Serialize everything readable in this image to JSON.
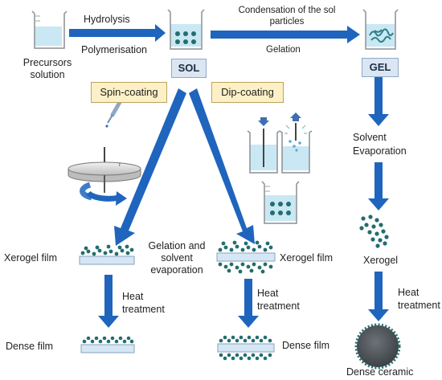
{
  "colors": {
    "arrow": "#1f65bd",
    "particle": "#236d6e",
    "liquid": "#c9e8f3",
    "substrate": "#d5e6f5",
    "ceramic": "#555a60"
  },
  "labels": {
    "precursors": "Precursors\nsolution",
    "hydrolysis": "Hydrolysis",
    "polymerisation": "Polymerisation",
    "condensation": "Condensation of the sol\nparticles",
    "gelation": "Gelation",
    "sol": "SOL",
    "gel": "GEL",
    "spin_coating": "Spin-coating",
    "dip_coating": "Dip-coating",
    "solvent_evaporation": "Solvent\nEvaporation",
    "xerogel_film_left": "Xerogel film",
    "gelation_solvent_evaporation": "Gelation and\nsolvent\nevaporation",
    "xerogel_film_right": "Xerogel film",
    "xerogel": "Xerogel",
    "heat_treatment_left": "Heat\ntreatment",
    "heat_treatment_mid": "Heat\ntreatment",
    "heat_treatment_right": "Heat\ntreatment",
    "dense_film_left": "Dense film",
    "dense_film_right": "Dense film",
    "dense_ceramic": "Dense ceramic",
    "spin_mark": "r"
  },
  "icons": [
    "beaker-icon",
    "beaker-sol-icon",
    "beaker-gel-icon",
    "pipette-icon",
    "spin-coater-icon",
    "rotation-arrow-icon",
    "dip-coating-icon",
    "xerogel-powder-icon",
    "dense-ceramic-icon"
  ]
}
